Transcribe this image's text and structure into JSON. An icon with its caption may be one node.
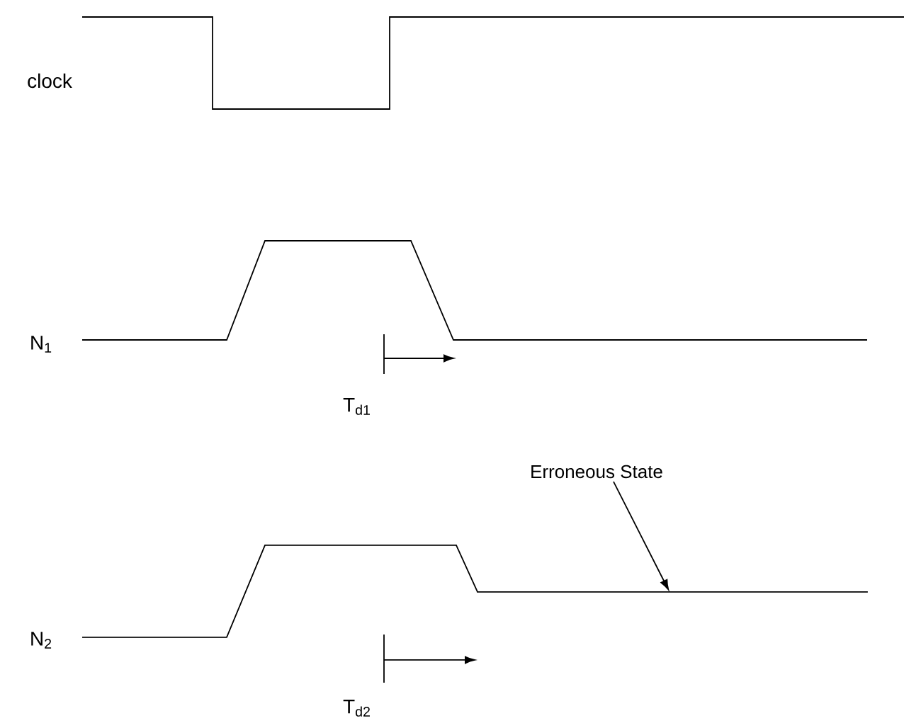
{
  "diagram": {
    "nodes": [
      {
        "text": [
          "Erroneous State"
        ]
      },
      {
        "text": [],
        "shape": "line"
      }
    ],
    "edges": [
      {
        "from": 0,
        "to": 1,
        "arrow": "to"
      }
    ],
    "labels": [
      "clock",
      "N$_{1}$",
      "T$_{d1}$",
      "N$_{2}$",
      "T$_{d2}$"
    ]
  }
}
